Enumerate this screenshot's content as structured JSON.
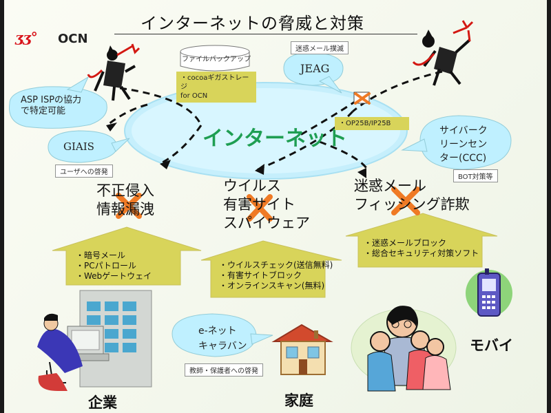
{
  "slide": {
    "title": "インターネットの脅威と対策",
    "logo": {
      "mark": "ʒʒ°",
      "text": "OCN"
    }
  },
  "center": {
    "label": "インターネット"
  },
  "callouts": {
    "asp_isp": "ASP ISPの協力\nで特定可能",
    "giais": "GIAIS",
    "user_education": "ユーザへの啓発",
    "file_backup": "ファイルバックアップ",
    "cocoa": "・cocoaギガストレージ\n for OCN",
    "spam_crackdown": "迷惑メール撲滅",
    "jeag": "JEAG",
    "op25b": "・OP25B/IP25B",
    "cyber_center": "サイバーク\nリーンセン\nター(CCC)",
    "bot_measures": "BOT対策等",
    "enet": "e-ネット\nキャラバン",
    "teachers_parents": "教師・保護者への啓発"
  },
  "threats": [
    {
      "text": "不正侵入\n情報漏洩",
      "marked": true
    },
    {
      "text": "ウイルス\n有害サイト\nスパイウェア",
      "marked": true
    },
    {
      "text": "迷惑メール\nフィッシング詐欺",
      "marked": true
    }
  ],
  "countermeasures": [
    [
      "・暗号メール",
      "・PCパトロール",
      "・Webゲートウェイ"
    ],
    [
      "・ウイルスチェック(送信無料)",
      "・有害サイトブロック",
      "・オンラインスキャン(無料)"
    ],
    [
      "・迷惑メールブロック",
      "・総合セキュリティ対策ソフト"
    ]
  ],
  "targets": {
    "enterprise": "企業",
    "home": "家庭",
    "mobile": "モバイ"
  },
  "colors": {
    "bubble": "#bff0ff",
    "arrow": "#ddd85f",
    "cross": "#ef7a25",
    "title_text": "#111111",
    "internet_text": "#1e9e52"
  }
}
